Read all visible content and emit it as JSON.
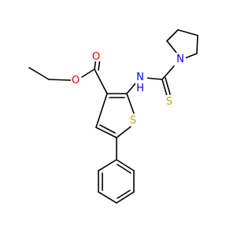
{
  "atoms": [
    {
      "name": "atom-o-carbonyl",
      "label": "O",
      "color": "#ff0000"
    },
    {
      "name": "atom-o-ester",
      "label": "O",
      "color": "#ff0000"
    },
    {
      "name": "atom-n-amine",
      "label": "N",
      "sub": "H",
      "color": "#0000ff"
    },
    {
      "name": "atom-n-pyrrolidine",
      "label": "N",
      "color": "#0000ff"
    },
    {
      "name": "atom-s-thione",
      "label": "S",
      "color": "#c8a400"
    },
    {
      "name": "atom-s-thiophene",
      "label": "S",
      "color": "#c8a400"
    }
  ]
}
